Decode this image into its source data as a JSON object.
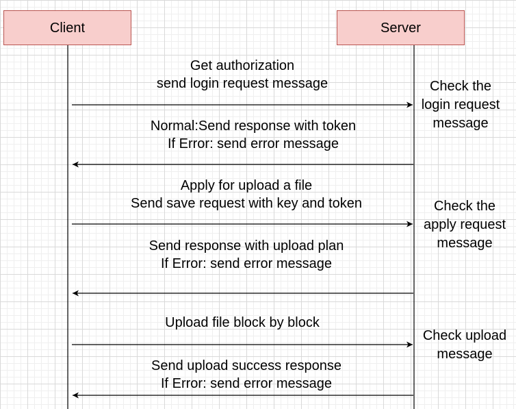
{
  "actors": {
    "client": "Client",
    "server": "Server"
  },
  "messages": [
    {
      "line1": "Get authorization",
      "line2": "send login request message",
      "direction": "client-to-server"
    },
    {
      "line1": "Normal:Send response with token",
      "line2": "If Error: send error message",
      "direction": "server-to-client"
    },
    {
      "line1": "Apply for upload a file",
      "line2": "Send save request with key and token",
      "direction": "client-to-server"
    },
    {
      "line1": "Send response with upload plan",
      "line2": "If Error: send error message",
      "direction": "server-to-client"
    },
    {
      "line1": "Upload file block by block",
      "direction": "client-to-server"
    },
    {
      "line1": "Send upload success response",
      "line2": "If Error: send error message",
      "direction": "server-to-client"
    }
  ],
  "notes": [
    {
      "lines": [
        "Check the",
        "login request",
        "message"
      ]
    },
    {
      "lines": [
        "Check the",
        "apply request",
        "message"
      ]
    },
    {
      "lines": [
        "Check upload",
        "message"
      ]
    }
  ],
  "colors": {
    "actor_fill": "#f8cecc",
    "actor_border": "#b85450",
    "line": "#000000"
  }
}
